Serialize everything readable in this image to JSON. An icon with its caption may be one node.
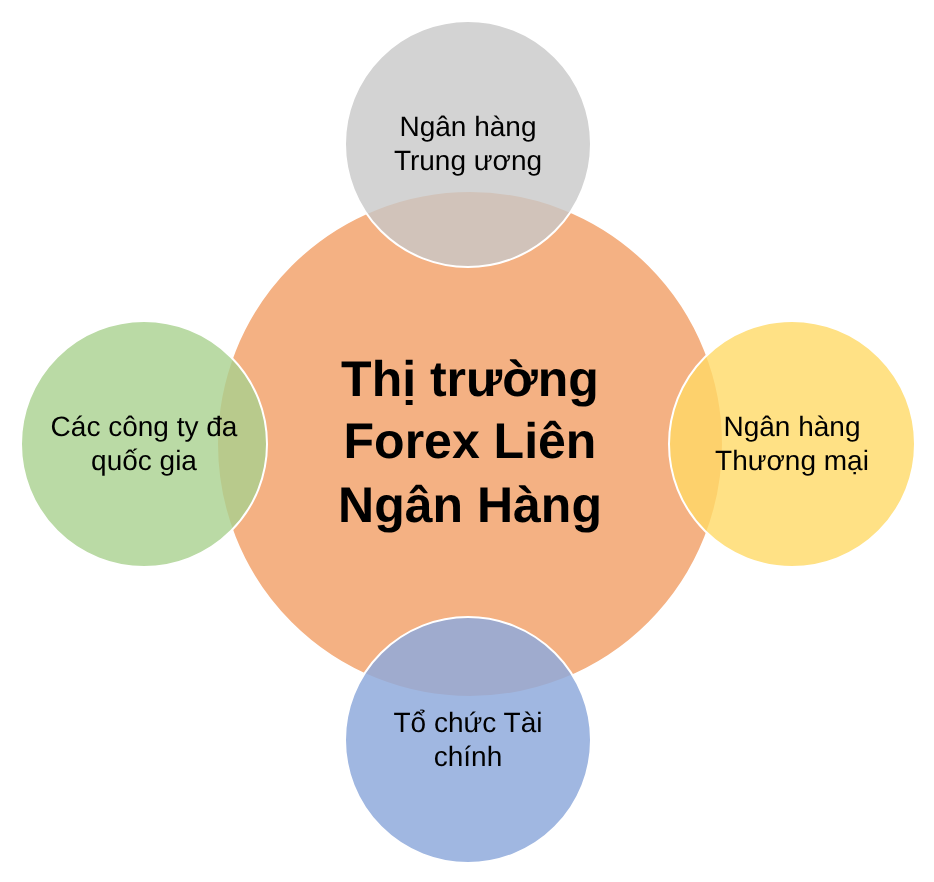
{
  "diagram": {
    "nodes": [
      {
        "text": [
          "Thị trường Forex Liên Ngân Hàng"
        ]
      },
      {
        "text": [
          "Ngân hàng Trung ương"
        ]
      },
      {
        "text": [
          "Ngân hàng Thương mại"
        ]
      },
      {
        "text": [
          "Tổ chức Tài chính"
        ]
      },
      {
        "text": [
          "Các công ty đa quốc gia"
        ]
      }
    ]
  }
}
